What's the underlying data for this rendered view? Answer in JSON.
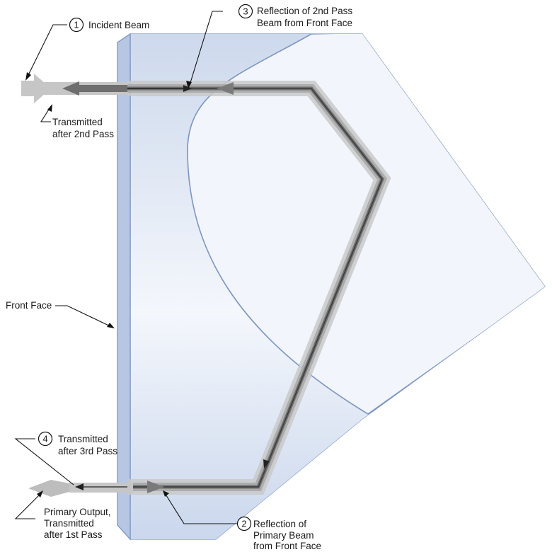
{
  "labels": {
    "incident": {
      "num": "1",
      "text": "Incident Beam"
    },
    "reflection_front": {
      "num": "2",
      "line1": "Reflection of",
      "line2": "Primary Beam",
      "line3": "from Front Face"
    },
    "reflection_2nd": {
      "num": "3",
      "line1": "Reflection of 2nd Pass",
      "line2": "Beam from Front Face"
    },
    "transmitted_3rd": {
      "num": "4",
      "line1": "Transmitted",
      "line2": "after 3rd Pass"
    },
    "transmitted_2nd": {
      "line1": "Transmitted",
      "line2": "after 2nd Pass"
    },
    "front_face": "Front Face",
    "primary_output": {
      "line1": "Primary Output,",
      "line2": "Transmitted",
      "line3": "after 1st Pass"
    }
  },
  "colors": {
    "prism_fill": "#d3deef",
    "prism_edge": "#7c95c2",
    "beam_outer": "#c7c7c7",
    "beam_mid": "#a3a3a3",
    "beam_core": "#555555",
    "label_text": "#1a1a1a"
  },
  "icons": [
    "incident-beam-arrow",
    "transmitted-arrow",
    "direction-arrowhead"
  ]
}
